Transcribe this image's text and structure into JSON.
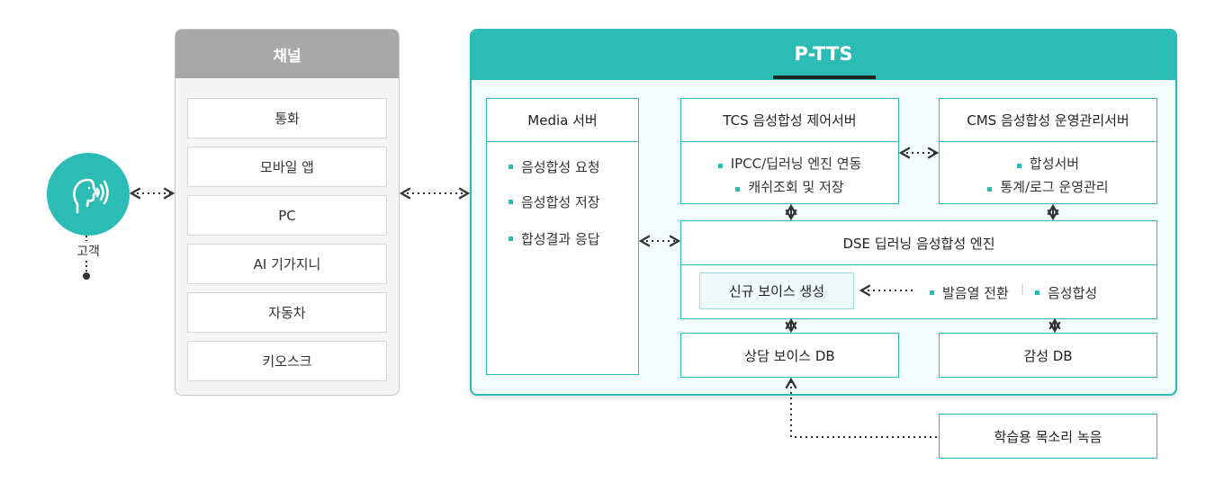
{
  "customer": {
    "label": "고객",
    "icon": "speaking-person-icon"
  },
  "channel": {
    "title": "채널",
    "items": [
      "통화",
      "모바일 앱",
      "PC",
      "AI 기가지니",
      "자동차",
      "키오스크"
    ]
  },
  "ptts": {
    "title": "P-TTS",
    "media_server": {
      "title": "Media 서버",
      "items": [
        "음성합성 요청",
        "음성합성 저장",
        "합성결과 응답"
      ]
    },
    "tcs_server": {
      "title": "TCS 음성합성 제어서버",
      "items": [
        "IPCC/딥러닝 엔진 연동",
        "캐쉬조회 및 저장"
      ]
    },
    "cms_server": {
      "title": "CMS 음성합성 운영관리서버",
      "items": [
        "합성서버",
        "통계/로그 운영관리"
      ]
    },
    "dse_engine": {
      "title": "DSE 딥러닝 음성합성 엔진",
      "new_voice": "신규 보이스 생성",
      "functions": [
        "발음열 전환",
        "음성합성"
      ],
      "separator": "|"
    },
    "counsel_db": "상담 보이스 DB",
    "emotion_db": "감성 DB"
  },
  "training_recording": "학습용 목소리 녹음",
  "colors": {
    "accent": "#2bbcb6",
    "channel_header": "#a8a8a8",
    "panel_bg": "#f3fcfc"
  }
}
